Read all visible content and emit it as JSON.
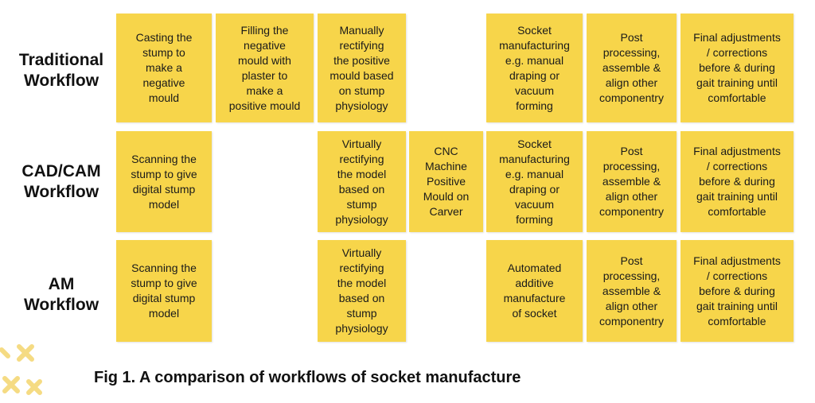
{
  "rows": [
    {
      "label": "Traditional\nWorkflow"
    },
    {
      "label": "CAD/CAM\nWorkflow"
    },
    {
      "label": "AM\nWorkflow"
    }
  ],
  "boxes": {
    "traditional": [
      "Casting the\nstump to\nmake a\nnegative\nmould",
      "Filling the\nnegative\nmould with\nplaster to\nmake a\npositive mould",
      "Manually\nrectifying\nthe positive\nmould based\non stump\nphysiology",
      "Socket\nmanufacturing\ne.g. manual\ndraping or\nvacuum\nforming",
      "Post\nprocessing,\nassemble &\nalign other\ncomponentry",
      "Final adjustments\n/ corrections\nbefore & during\ngait training until\ncomfortable"
    ],
    "cadcam": [
      "Scanning the\nstump to give\ndigital stump\nmodel",
      "Virtually\nrectifying\nthe model\nbased on\nstump\nphysiology",
      "CNC\nMachine\nPositive\nMould on\nCarver",
      "Socket\nmanufacturing\ne.g. manual\ndraping or\nvacuum\nforming",
      "Post\nprocessing,\nassemble &\nalign other\ncomponentry",
      "Final adjustments\n/ corrections\nbefore & during\ngait training until\ncomfortable"
    ],
    "am": [
      "Scanning the\nstump to give\ndigital stump\nmodel",
      "Virtually\nrectifying\nthe model\nbased on\nstump\nphysiology",
      "Automated\nadditive\nmanufacture\nof socket",
      "Post\nprocessing,\nassemble &\nalign other\ncomponentry",
      "Final adjustments\n/ corrections\nbefore & during\ngait training until\ncomfortable"
    ]
  },
  "caption": "Fig 1. A comparison of workflows of socket manufacture",
  "colors": {
    "box": "#f7d54a",
    "decoration": "#f2cf5a"
  }
}
